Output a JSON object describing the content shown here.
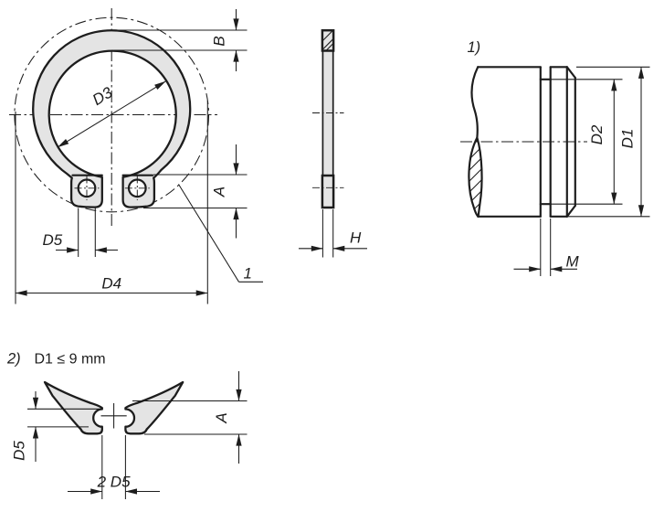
{
  "drawing": {
    "type": "technical-drawing",
    "subject": "external retaining ring (circlip) with shaft groove",
    "colors": {
      "line": "#1d1d1d",
      "part_fill": "#e4e4e4",
      "background": "#ffffff"
    },
    "front_view": {
      "labels": {
        "b": "B",
        "d3": "D3",
        "a": "A",
        "d5": "D5",
        "d4": "D4"
      },
      "leader": "1"
    },
    "side_view": {
      "labels": {
        "h": "H"
      }
    },
    "shaft_view": {
      "title": "1)",
      "labels": {
        "d2": "D2",
        "d1": "D1",
        "m": "M"
      }
    },
    "detail_view": {
      "title": "2)",
      "note": "D1 ≤ 9 mm",
      "labels": {
        "d5": "D5",
        "a": "A",
        "two_d5": "2 D5"
      }
    }
  }
}
